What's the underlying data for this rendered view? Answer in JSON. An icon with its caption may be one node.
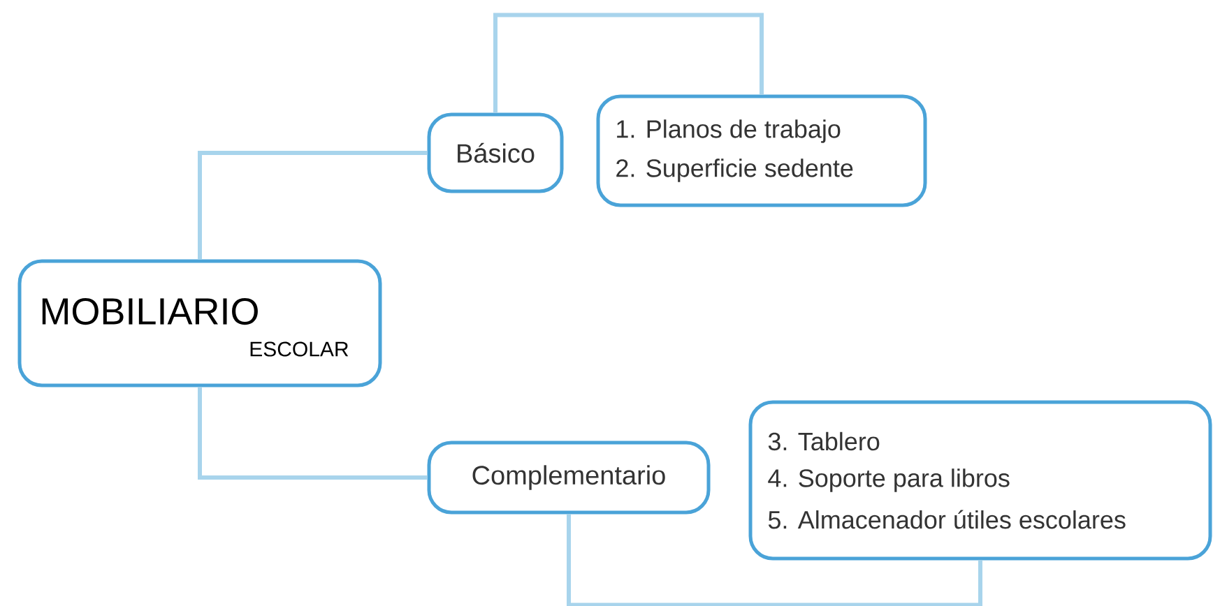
{
  "diagram": {
    "nodes": [
      {
        "text": [
          "MOBILIARIO",
          "ESCOLAR"
        ]
      },
      {
        "text": [
          "Básico"
        ]
      },
      {
        "text": [
          "1. Planos de trabajo",
          "2. Superficie sedente"
        ]
      },
      {
        "text": [
          "Complementario"
        ]
      },
      {
        "text": [
          "3. Tablero",
          "4. Soporte para libros",
          "5. Almacenador útiles escolares"
        ]
      }
    ],
    "edges": [
      {
        "from": 0,
        "to": 1,
        "arrow": "none"
      },
      {
        "from": 1,
        "to": 2,
        "arrow": "none"
      },
      {
        "from": 0,
        "to": 3,
        "arrow": "none"
      },
      {
        "from": 3,
        "to": 4,
        "arrow": "none"
      }
    ]
  }
}
